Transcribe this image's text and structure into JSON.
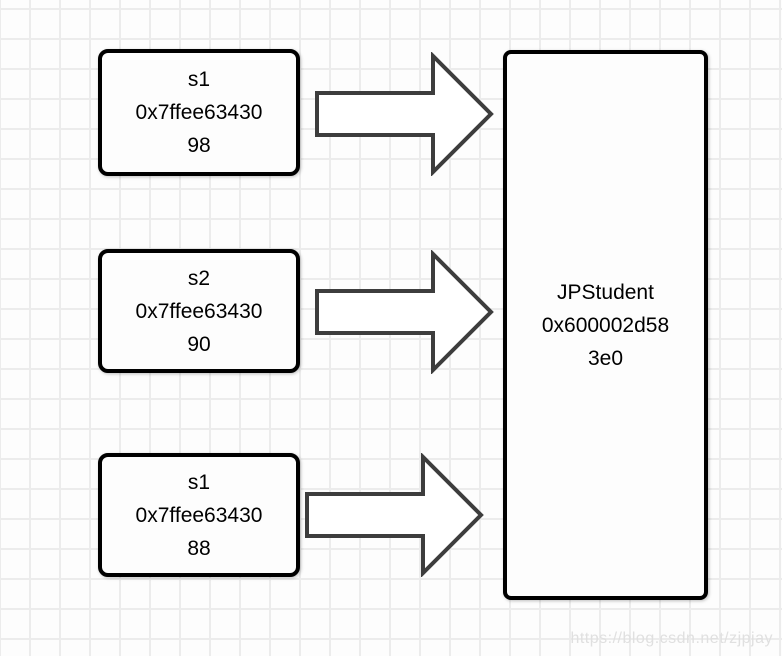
{
  "page": {
    "watermark_text": "https://blog.csdn.net/zjpjay"
  },
  "colors": {
    "canvas_background": "#fdfdfd",
    "grid_line": "#ececec",
    "box_border": "#000000",
    "box_fill": "#fdfdfd",
    "arrow_stroke": "#3d3d3d",
    "arrow_fill": "#ffffff",
    "text": "#000000",
    "watermark": "#e0e0e0"
  },
  "diagram": {
    "pointer_boxes": [
      {
        "lines": [
          "s1",
          "0x7ffee63430",
          "98"
        ]
      },
      {
        "lines": [
          "s2",
          "0x7ffee63430",
          "90"
        ]
      },
      {
        "lines": [
          "s1",
          "0x7ffee63430",
          "88"
        ]
      }
    ],
    "object_box": {
      "lines": [
        "JPStudent",
        "0x600002d58",
        "3e0"
      ]
    },
    "arrows": [
      {
        "from": "s1 0x7ffee6343098",
        "to": "JPStudent 0x600002d583e0"
      },
      {
        "from": "s2 0x7ffee6343090",
        "to": "JPStudent 0x600002d583e0"
      },
      {
        "from": "s1 0x7ffee6343088",
        "to": "JPStudent 0x600002d583e0"
      }
    ]
  }
}
